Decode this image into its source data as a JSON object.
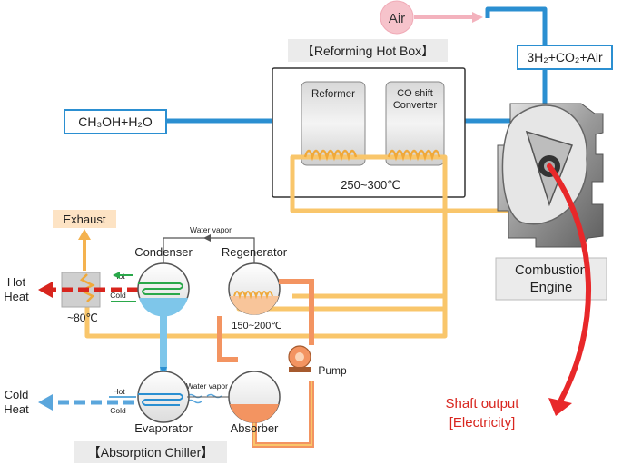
{
  "labels": {
    "air": "Air",
    "hot_box": "【Reforming Hot Box】",
    "fuel_out": "3H₂+CO₂+Air",
    "reformer": "Reformer",
    "co_shift_1": "CO shift",
    "co_shift_2": "Converter",
    "fuel_in": "CH₃OH+H₂O",
    "temp_hotbox": "250~300℃",
    "exhaust": "Exhaust",
    "water_vapor_top": "Water vapor",
    "condenser": "Condenser",
    "regenerator": "Regenerator",
    "hot_heat_1": "Hot",
    "hot_heat_2": "Heat",
    "hot_small_1": "Hot",
    "cold_small_1": "Cold",
    "temp_exchanger": "~80℃",
    "temp_regen": "150~200℃",
    "combustion_1": "Combustion",
    "combustion_2": "Engine",
    "pump": "Pump",
    "cold_heat_1": "Cold",
    "cold_heat_2": "Heat",
    "hot_small_2": "Hot",
    "cold_small_2": "Cold",
    "water_vapor_bottom": "Water vapor",
    "evaporator": "Evaporator",
    "absorber": "Absorber",
    "shaft_1": "Shaft output",
    "shaft_2": "[Electricity]",
    "chiller": "【Absorption Chiller】"
  },
  "colors": {
    "blue_pipe": "#2b8fd1",
    "orange_pipe": "#f9c66b",
    "pink_air": "#f3b2bd",
    "exhaust_orange": "#f4b24f",
    "hot_red": "#d8251e",
    "cold_blue": "#5aa6dc",
    "absorber_orange": "#f39461",
    "shaft_red": "#e8282a",
    "cold_green": "#2aa84a"
  },
  "icons": [
    "engine-icon",
    "pump-icon",
    "heat-exchanger-icon"
  ]
}
